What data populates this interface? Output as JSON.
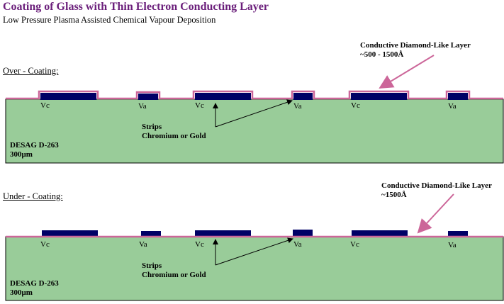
{
  "title": "Coating of Glass with Thin Electron Conducting Layer",
  "subtitle": "Low Pressure Plasma Assisted Chemical Vapour Deposition",
  "colors": {
    "title": "#6b1f7b",
    "substrate": "#99cc99",
    "strip": "#000066",
    "coating": "#cc6699"
  },
  "sections": [
    {
      "label": "Over - Coating:",
      "layer_label_1": "Conductive Diamond-Like Layer",
      "layer_label_2": "~500 - 1500Å",
      "strips_label_1": "Strips",
      "strips_label_2": "Chromium or Gold",
      "substrate_label_1": "DESAG D-263",
      "substrate_label_2": "300μm",
      "electrodes": [
        "Vc",
        "Va",
        "Vc",
        "Va",
        "Vc",
        "Va"
      ]
    },
    {
      "label": "Under - Coating:",
      "layer_label_1": "Conductive Diamond-Like Layer",
      "layer_label_2": "~1500Å",
      "strips_label_1": "Strips",
      "strips_label_2": "Chromium or Gold",
      "substrate_label_1": "DESAG D-263",
      "substrate_label_2": "300μm",
      "electrodes": [
        "Vc",
        "Va",
        "Vc",
        "Va",
        "Vc",
        "Va"
      ]
    }
  ]
}
